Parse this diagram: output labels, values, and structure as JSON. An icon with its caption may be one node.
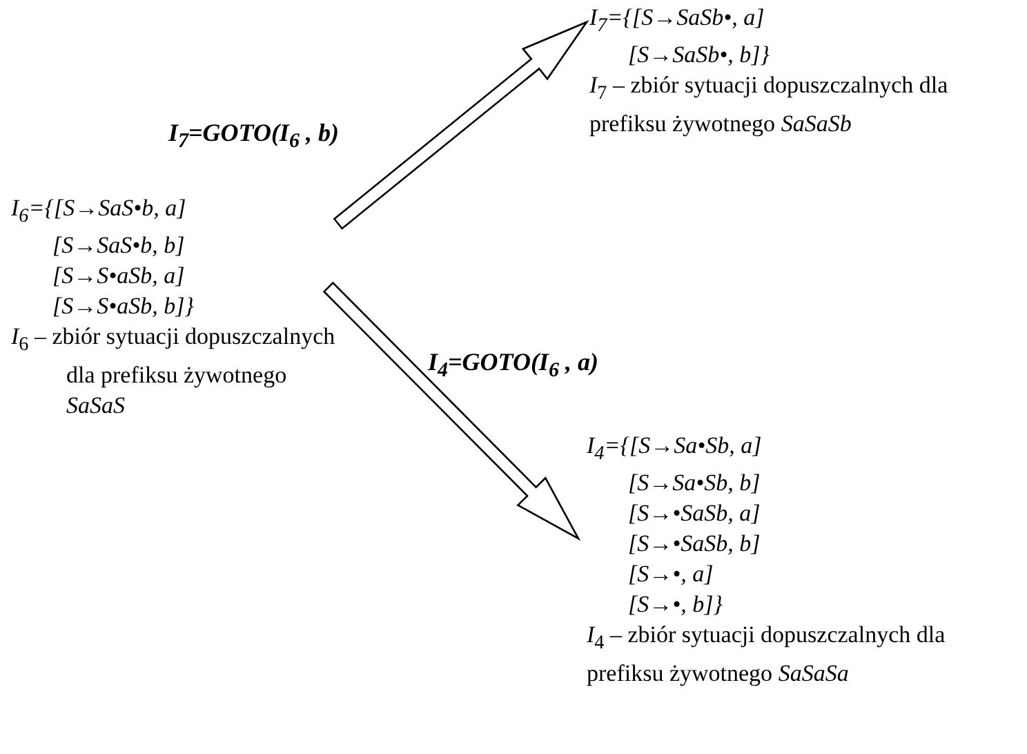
{
  "diagram": {
    "nodes": [
      {
        "text": [
          "I$_{6}$={[S→SaS•b, a] [S→SaS•b, b] [S→S•aSb, a] [S→S•aSb, b]}",
          "*I*$_{6}$ – zbiór sytuacji dopuszczalnych dla prefiksu żywotnego *SaSaS*"
        ]
      },
      {
        "text": [
          "I$_{7}$={[S→SaSb•, a] [S→SaSb•, b]}",
          "*I*$_{7}$ – zbiór sytuacji dopuszczalnych dla prefiksu żywotnego *SaSaSb*"
        ]
      },
      {
        "text": [
          "I$_{4}$={[S→Sa•Sb, a] [S→Sa•Sb, b] [S→•SaSb, a] [S→•SaSb, b] [S→•, a] [S→•, b]}",
          "*I*$_{4}$ – zbiór sytuacji dopuszczalnych dla prefiksu żywotnego *SaSaSa*"
        ]
      }
    ],
    "edges": [
      {
        "from": 0,
        "to": 1,
        "arrow": "to",
        "label": "I$_{7}$=GOTO(I$_{6}$ , b)"
      },
      {
        "from": 0,
        "to": 2,
        "arrow": "to",
        "label": "I$_{4}$=GOTO(I$_{6}$ , a)"
      }
    ]
  }
}
